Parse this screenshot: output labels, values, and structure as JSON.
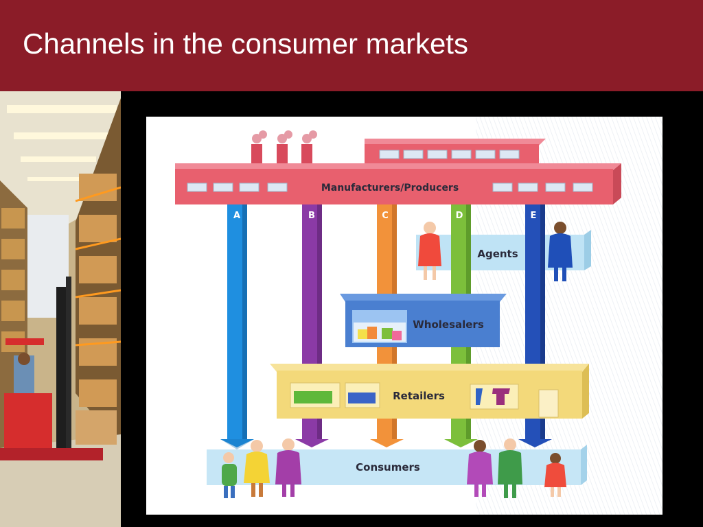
{
  "slide": {
    "title": "Channels in the consumer markets"
  },
  "diagram": {
    "manufacturers_label": "Manufacturers/Producers",
    "agents_label": "Agents",
    "wholesalers_label": "Wholesalers",
    "retailers_label": "Retailers",
    "consumers_label": "Consumers",
    "channels": [
      {
        "letter": "A",
        "color": "#1f8fe0"
      },
      {
        "letter": "B",
        "color": "#8b3aa6"
      },
      {
        "letter": "C",
        "color": "#f2923a"
      },
      {
        "letter": "D",
        "color": "#7cbf3b"
      },
      {
        "letter": "E",
        "color": "#2450b8"
      }
    ]
  },
  "colors": {
    "header": "#8b1c28",
    "factory": "#e8606e",
    "agents_band": "#bfe3f5",
    "wholesalers": "#4a7fd0",
    "retailers": "#f3d97a",
    "consumers_band": "#c6e6f6"
  }
}
